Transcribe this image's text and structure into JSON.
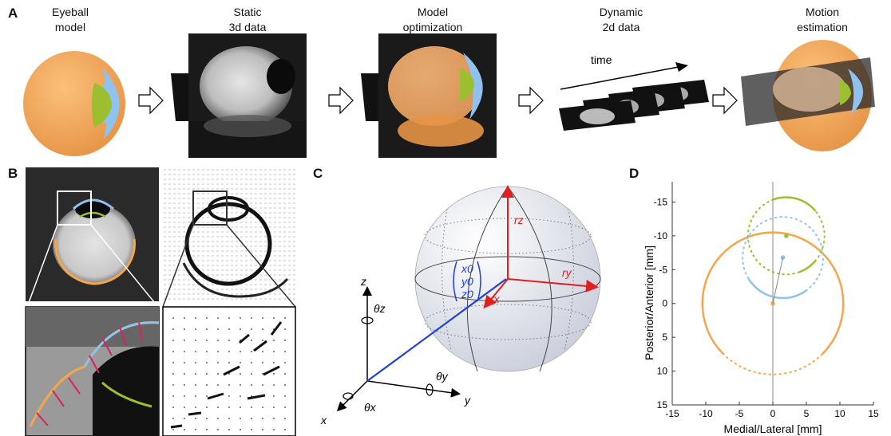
{
  "panels": {
    "a": {
      "letter": "A",
      "steps": [
        {
          "line1": "Eyeball",
          "line2": "model"
        },
        {
          "line1": "Static",
          "line2": "3d data"
        },
        {
          "line1": "Model",
          "line2": "optimization"
        },
        {
          "line1": "Dynamic",
          "line2": "2d data"
        },
        {
          "line1": "Motion",
          "line2": "estimation"
        }
      ],
      "time_label": "time"
    },
    "b": {
      "letter": "B"
    },
    "c": {
      "letter": "C",
      "axes": {
        "z": "z",
        "y": "y",
        "x": "x"
      },
      "rotations": {
        "theta_z": "θz",
        "theta_y": "θy",
        "theta_x": "θx"
      },
      "center": [
        "x0",
        "y0",
        "z0"
      ],
      "radii": {
        "rx": "rx",
        "ry": "ry",
        "rz": "rz"
      }
    },
    "d": {
      "letter": "D"
    }
  },
  "colors": {
    "eyeball": "#f5a64a",
    "cornea": "#8fc2ee",
    "lens": "#9bbf2f",
    "vector": "#d8245a",
    "axis_red": "#e01f1f",
    "axis_blue": "#1f3fd8"
  },
  "chart_data": {
    "type": "scatter",
    "xlabel": "Medial/Lateral [mm]",
    "ylabel": "Posterior/Anterior [mm]",
    "xlim": [
      -15,
      15
    ],
    "ylim": [
      15,
      -18
    ],
    "xticks": [
      -15,
      -10,
      -5,
      0,
      5,
      10,
      15
    ],
    "yticks": [
      -15,
      -10,
      -5,
      0,
      5,
      10,
      15
    ],
    "grid": false,
    "series": [
      {
        "type": "arc",
        "color": "#f5a64a",
        "style": "solid",
        "cx": 0,
        "cy": 0,
        "r": 10.5,
        "from_deg": 45,
        "to_deg": 315
      },
      {
        "type": "arc",
        "color": "#f5a64a",
        "style": "dotted",
        "cx": 0,
        "cy": 0,
        "r": 10.5,
        "from_deg": 315,
        "to_deg": 405
      },
      {
        "type": "arc",
        "color": "#8fc2ee",
        "style": "solid",
        "cx": 1.5,
        "cy": -6.8,
        "r": 6.0,
        "from_deg": 300,
        "to_deg": 395
      },
      {
        "type": "arc",
        "color": "#8fc2ee",
        "style": "dotted",
        "cx": 1.5,
        "cy": -6.8,
        "r": 6.0,
        "from_deg": 35,
        "to_deg": 300
      },
      {
        "type": "arc",
        "color": "#9bbf2f",
        "style": "solid",
        "cx": 2.0,
        "cy": -10.0,
        "r": 5.7,
        "from_deg": 130,
        "to_deg": 200
      },
      {
        "type": "arc",
        "color": "#9bbf2f",
        "style": "dotted",
        "cx": 2.0,
        "cy": -10.0,
        "r": 5.7,
        "from_deg": 200,
        "to_deg": 490
      },
      {
        "type": "arc",
        "color": "#9bbf2f",
        "style": "solid",
        "cx": 2.0,
        "cy": -10.0,
        "r": 5.7,
        "from_deg": 20,
        "to_deg": 50
      },
      {
        "type": "point",
        "color": "#f5a64a",
        "x": 0,
        "y": 0
      },
      {
        "type": "point",
        "color": "#8fc2ee",
        "x": 1.5,
        "y": -6.8
      },
      {
        "type": "point",
        "color": "#9bbf2f",
        "x": 2.0,
        "y": -10.0
      }
    ]
  }
}
